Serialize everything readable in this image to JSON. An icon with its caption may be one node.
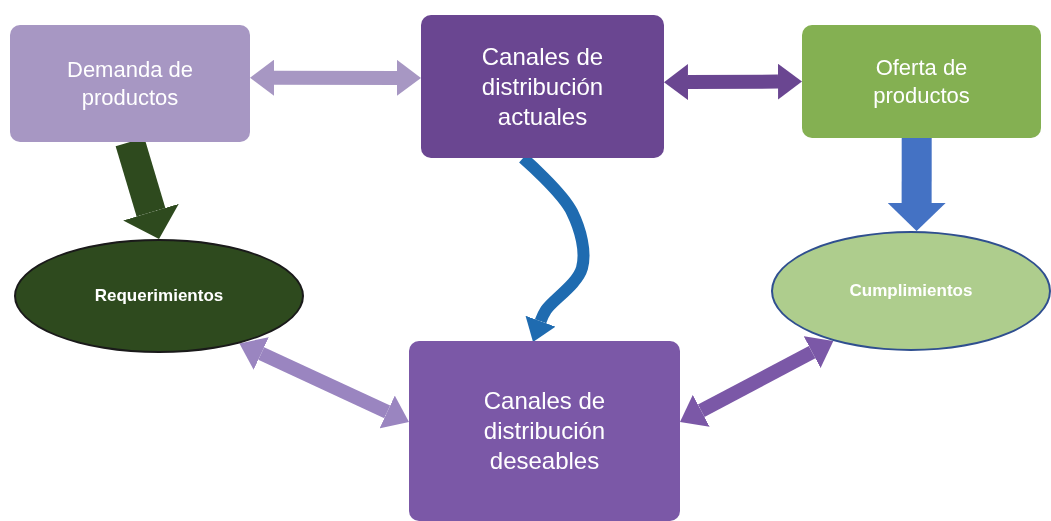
{
  "diagram": {
    "nodes": [
      {
        "text": [
          "Demanda de productos"
        ]
      },
      {
        "text": [
          "Canales de distribución actuales"
        ]
      },
      {
        "text": [
          "Oferta de productos"
        ]
      },
      {
        "text": [
          "Requerimientos"
        ]
      },
      {
        "text": [
          "Cumplimientos"
        ]
      },
      {
        "text": [
          "Canales de distribución deseables"
        ]
      }
    ],
    "edges": [
      {
        "from": 0,
        "to": 1,
        "arrow": "both",
        "color": "#a797c3"
      },
      {
        "from": 1,
        "to": 2,
        "arrow": "both",
        "color": "#6a4691"
      },
      {
        "from": 0,
        "to": 3,
        "arrow": "to",
        "style": "thick",
        "color": "#2e4a1e"
      },
      {
        "from": 2,
        "to": 4,
        "arrow": "to",
        "style": "thick",
        "color": "#4472c4"
      },
      {
        "from": 1,
        "to": 5,
        "arrow": "to",
        "color": "#1f6bb0"
      },
      {
        "from": 3,
        "to": 5,
        "arrow": "both",
        "color": "#9a85c0"
      },
      {
        "from": 4,
        "to": 5,
        "arrow": "both",
        "color": "#7b58a7"
      }
    ]
  }
}
